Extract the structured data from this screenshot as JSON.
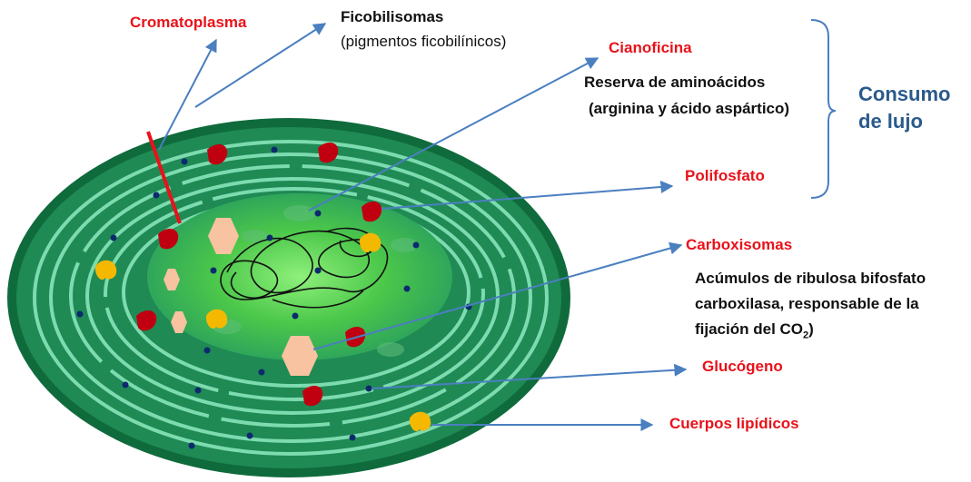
{
  "labels": {
    "cromatoplasma": "Cromatoplasma",
    "ficobilisomas": "Ficobilisomas",
    "ficobilisomas_note": "(pigmentos ficobilínicos)",
    "cianoficina": "Cianoficina",
    "cianoficina_note_1": "Reserva de aminoácidos",
    "cianoficina_note_2": "(arginina y ácido aspártico)",
    "polifosfato": "Polifosfato",
    "consumo_1": "Consumo",
    "consumo_2": "de lujo",
    "carboxisomas": "Carboxisomas",
    "carbox_note_1": "Acúmulos de ribulosa bifosfato",
    "carbox_note_2": "carboxilasa, responsable de la",
    "carbox_note_3a": "fijación del CO",
    "carbox_note_3sub": "2",
    "carbox_note_3b": ")",
    "glucogeno": "Glucógeno",
    "cuerpos": "Cuerpos lipídicos"
  },
  "colors": {
    "label_red": "#e8121a",
    "arrow_blue": "#4a7fc0",
    "consumo_blue": "#2a5a8c",
    "cell_dark": "#0f6b3c",
    "membrane": "#7ddbb0",
    "cyanophycin": "#c00010",
    "polyphosphate": "#0d2a6e",
    "carboxysome": "#f7c3a0",
    "lipid": "#f5b800"
  }
}
